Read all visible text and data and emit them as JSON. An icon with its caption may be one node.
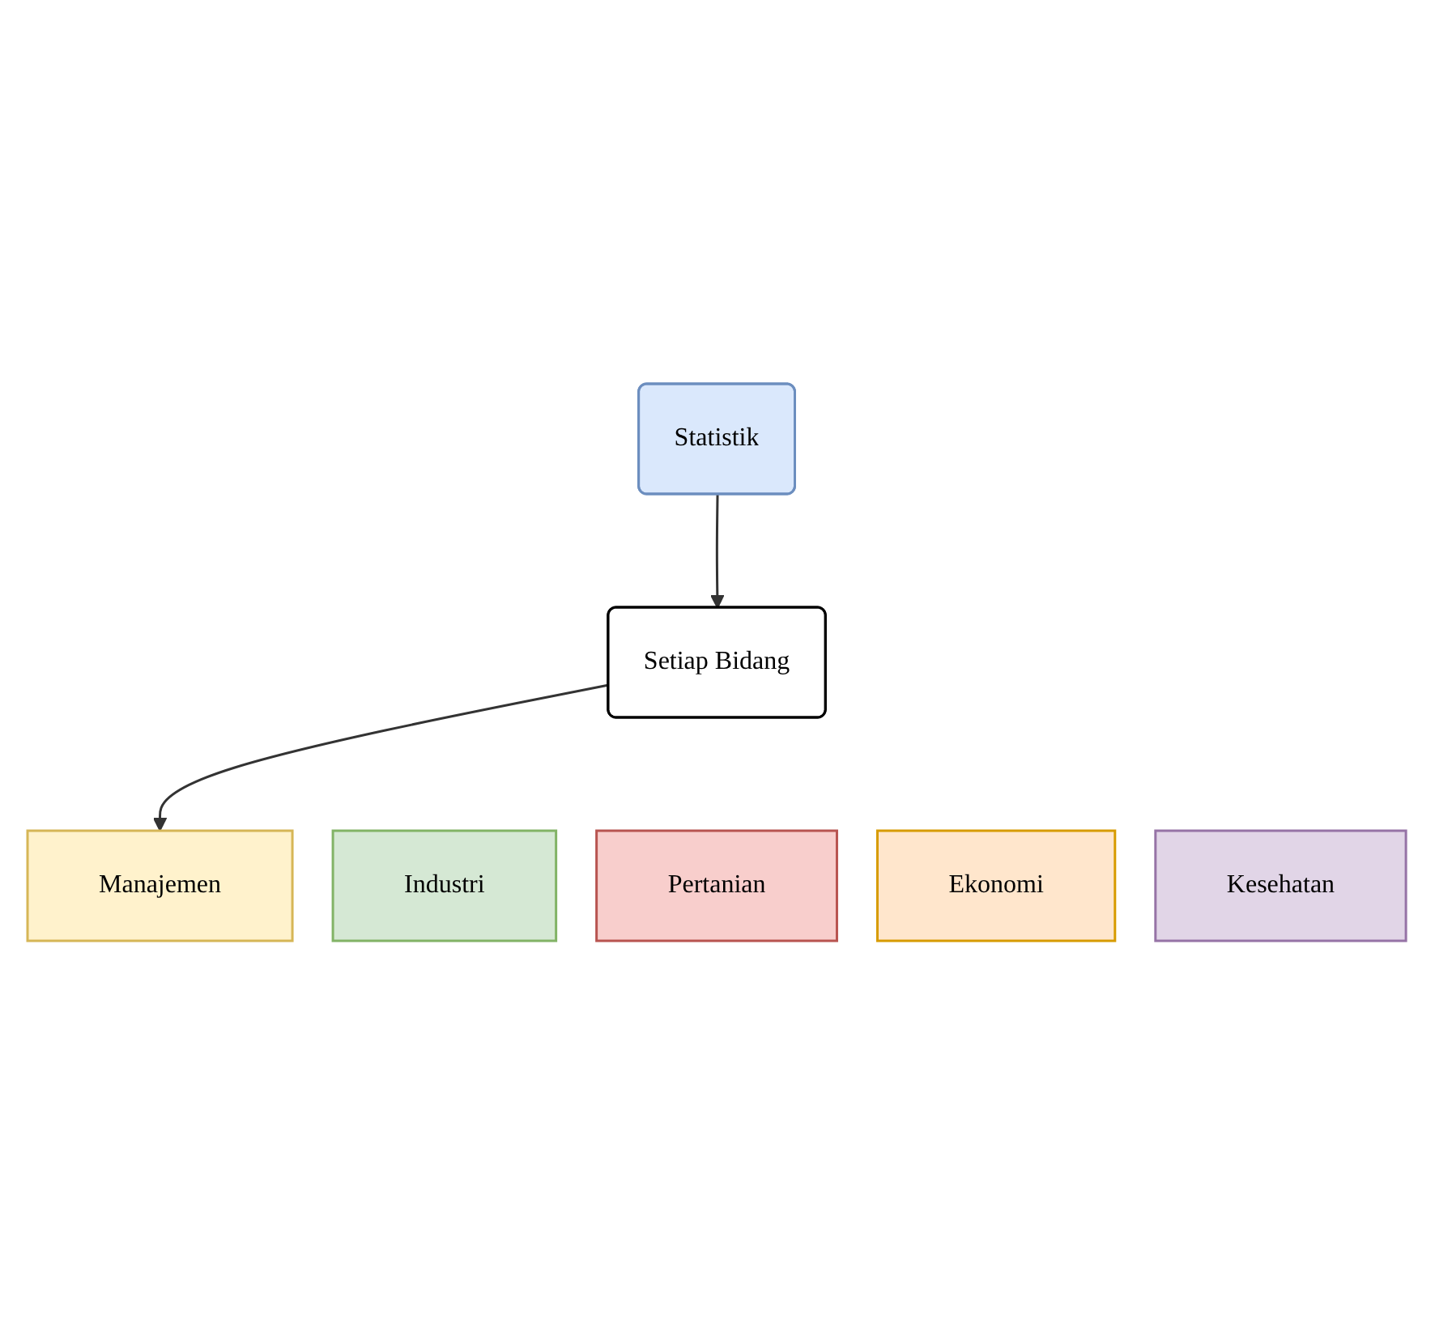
{
  "diagram": {
    "nodes": [
      {
        "text": [
          "Statistik"
        ]
      },
      {
        "text": [
          "Setiap Bidang"
        ]
      },
      {
        "text": [
          "Industri"
        ]
      },
      {
        "text": [
          "Pertanian"
        ]
      },
      {
        "text": [
          "Manajemen"
        ]
      },
      {
        "text": [
          "Ekonomi"
        ]
      },
      {
        "text": [
          "Kesehatan"
        ]
      }
    ],
    "edges": [
      {
        "from": 0,
        "to": 1,
        "arrow": "to"
      },
      {
        "from": 1,
        "to": 4,
        "arrow": "to"
      }
    ]
  }
}
